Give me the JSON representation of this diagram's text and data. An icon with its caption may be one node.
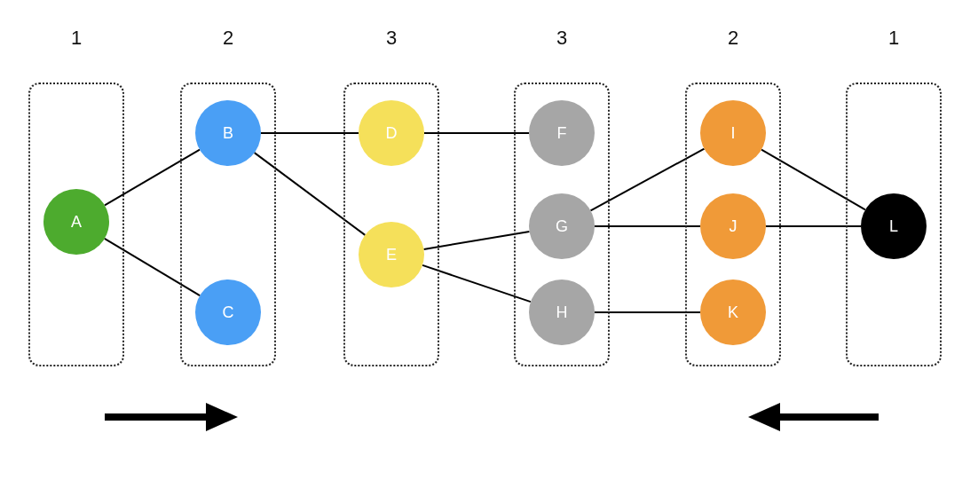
{
  "diagram": {
    "nodes": [
      {
        "text": [
          "1"
        ]
      },
      {
        "text": [
          "A"
        ],
        "in": 0
      },
      {
        "text": [
          "2"
        ]
      },
      {
        "text": [
          "B"
        ],
        "in": 2
      },
      {
        "text": [
          "C"
        ],
        "in": 2
      },
      {
        "text": [
          "3"
        ]
      },
      {
        "text": [
          "D"
        ],
        "in": 5
      },
      {
        "text": [
          "E"
        ],
        "in": 5
      },
      {
        "text": [
          "3"
        ]
      },
      {
        "text": [
          "F"
        ],
        "in": 8
      },
      {
        "text": [
          "G"
        ],
        "in": 8
      },
      {
        "text": [
          "H"
        ],
        "in": 8
      },
      {
        "text": [
          "2"
        ]
      },
      {
        "text": [
          "I"
        ],
        "in": 12
      },
      {
        "text": [
          "J"
        ],
        "in": 12
      },
      {
        "text": [
          "K"
        ],
        "in": 12
      },
      {
        "text": [
          "1"
        ]
      },
      {
        "text": [
          "L"
        ],
        "in": 16
      }
    ],
    "edges": [
      {
        "from": 1,
        "to": 3,
        "arrow": "none"
      },
      {
        "from": 1,
        "to": 4,
        "arrow": "none"
      },
      {
        "from": 3,
        "to": 6,
        "arrow": "none"
      },
      {
        "from": 3,
        "to": 7,
        "arrow": "none"
      },
      {
        "from": 6,
        "to": 9,
        "arrow": "none"
      },
      {
        "from": 7,
        "to": 10,
        "arrow": "none"
      },
      {
        "from": 7,
        "to": 11,
        "arrow": "none"
      },
      {
        "from": 10,
        "to": 13,
        "arrow": "none"
      },
      {
        "from": 10,
        "to": 14,
        "arrow": "none"
      },
      {
        "from": 11,
        "to": 15,
        "arrow": "none"
      },
      {
        "from": 13,
        "to": 17,
        "arrow": "none"
      },
      {
        "from": 14,
        "to": 17,
        "arrow": "none"
      }
    ]
  }
}
